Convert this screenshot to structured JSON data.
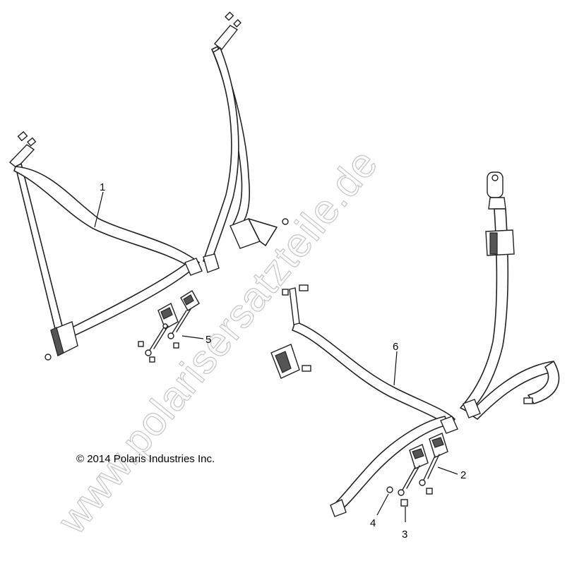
{
  "watermark": "www.polarisersatzteile.de",
  "copyright": "© 2014 Polaris Industries Inc.",
  "callouts": {
    "c1": "1",
    "c2": "2",
    "c3": "3",
    "c4": "4",
    "c5": "5",
    "c6": "6"
  }
}
